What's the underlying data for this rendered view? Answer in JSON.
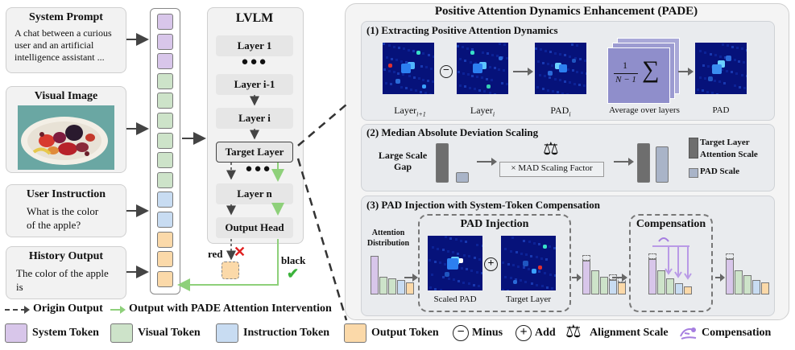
{
  "inputs": {
    "system_prompt": {
      "title": "System Prompt",
      "text": "A chat between a curious user and an artificial intelligence assistant ..."
    },
    "visual_image": {
      "title": "Visual Image"
    },
    "user_instruction": {
      "title": "User Instruction",
      "text": "What is the color of the apple?"
    },
    "history_output": {
      "title": "History Output",
      "text": "The color of the apple is"
    }
  },
  "lvlm": {
    "title": "LVLM",
    "layers": [
      "Layer 1",
      "●●●",
      "Layer i-1",
      "Layer i",
      "Target Layer",
      "●●●",
      "Layer n",
      "Output Head"
    ],
    "out_red": "red",
    "out_black": "black"
  },
  "pade": {
    "title": "Positive Attention Dynamics Enhancement (PADE)",
    "s1": {
      "title": "(1) Extracting Positive Attention Dynamics",
      "labels": [
        "Layer",
        "Layer",
        "PAD",
        "Average over layers",
        "PAD"
      ],
      "subs": [
        "i+1",
        "i",
        "i"
      ],
      "formula_num": "1",
      "formula_den": "N − 1",
      "sigma": "∑"
    },
    "s2": {
      "title": "(2) Median Absolute Deviation Scaling",
      "gap_label": "Large Scale Gap",
      "factor": "× MAD Scaling Factor",
      "legend_target": "Target Layer Attention Scale",
      "legend_pad": "PAD Scale"
    },
    "s3": {
      "title": "(3) PAD Injection with System-Token Compensation",
      "attn_label": "Attention Distribution",
      "inj_title": "PAD Injection",
      "comp_title": "Compensation",
      "scaled_pad": "Scaled PAD",
      "target_layer": "Target Layer"
    }
  },
  "flow_legend": {
    "origin": "Origin Output",
    "pade": "Output with PADE Attention Intervention"
  },
  "legend": {
    "system": "System Token",
    "visual": "Visual Token",
    "instruction": "Instruction Token",
    "output": "Output Token",
    "minus": "Minus",
    "add": "Add",
    "align": "Alignment Scale",
    "comp": "Compensation"
  },
  "colors": {
    "system": "#d8c6ea",
    "visual": "#cde3c9",
    "instruction": "#c8dcf2",
    "output": "#fbd9a9",
    "pade_green": "#8ed07a",
    "compensation_purple": "#a67ee0",
    "heatmap_bg": "#06127a"
  },
  "tokens": [
    "system",
    "system",
    "system",
    "visual",
    "visual",
    "visual",
    "visual",
    "visual",
    "visual",
    "instruction",
    "instruction",
    "output",
    "output",
    "output"
  ]
}
